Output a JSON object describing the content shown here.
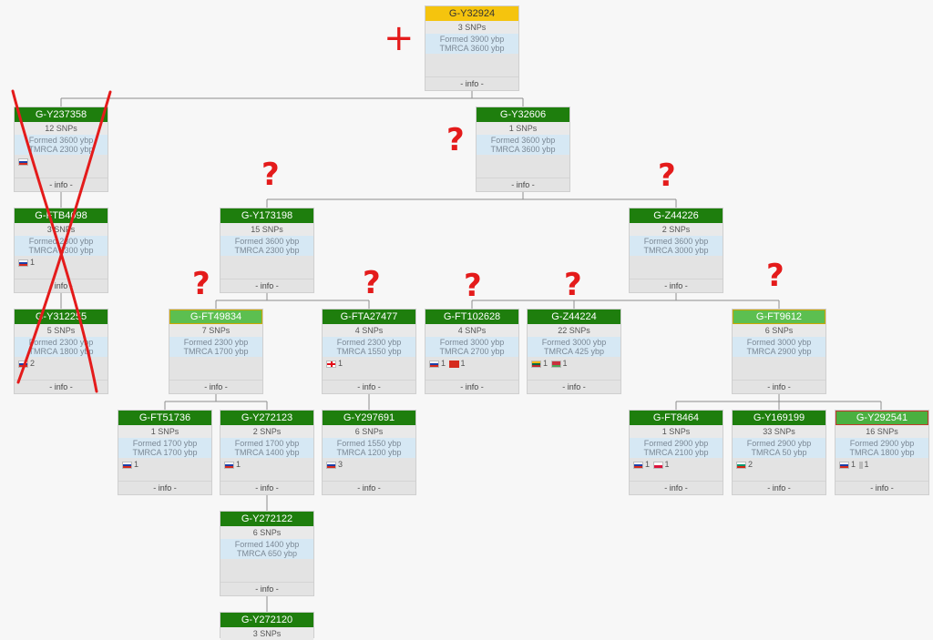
{
  "annotations": {
    "plus": "+",
    "question": "?"
  },
  "nodes": [
    {
      "id": "y32924",
      "title": "G-Y32924",
      "snps": "3 SNPs",
      "formed": "Formed 3900 ybp",
      "tmrca": "TMRCA 3600 ybp",
      "flags": [],
      "info": "- info -",
      "style": "yellow"
    },
    {
      "id": "y237358",
      "title": "G-Y237358",
      "snps": "12 SNPs",
      "formed": "Formed 3600 ybp",
      "tmrca": "TMRCA 2300 ybp",
      "flags": [
        {
          "icon": "russia-flag"
        }
      ],
      "info": "- info -",
      "style": "dark"
    },
    {
      "id": "y32606",
      "title": "G-Y32606",
      "snps": "1 SNPs",
      "formed": "Formed 3600 ybp",
      "tmrca": "TMRCA 3600 ybp",
      "flags": [],
      "info": "- info -",
      "style": "dark"
    },
    {
      "id": "ftb4098",
      "title": "G-FTB4098",
      "snps": "3 SNPs",
      "formed": "Formed 2300 ybp",
      "tmrca": "TMRCA 2300 ybp",
      "flags": [
        {
          "icon": "russia-flag",
          "count": "1"
        }
      ],
      "info": "- info -",
      "style": "dark"
    },
    {
      "id": "y173198",
      "title": "G-Y173198",
      "snps": "15 SNPs",
      "formed": "Formed 3600 ybp",
      "tmrca": "TMRCA 2300 ybp",
      "flags": [],
      "info": "- info -",
      "style": "dark"
    },
    {
      "id": "z44226",
      "title": "G-Z44226",
      "snps": "2 SNPs",
      "formed": "Formed 3600 ybp",
      "tmrca": "TMRCA 3000 ybp",
      "flags": [],
      "info": "- info -",
      "style": "dark"
    },
    {
      "id": "y312255",
      "title": "G-Y312255",
      "snps": "5 SNPs",
      "formed": "Formed 2300 ybp",
      "tmrca": "TMRCA 1800 ybp",
      "flags": [
        {
          "icon": "russia-flag",
          "count": "2"
        }
      ],
      "info": "- info -",
      "style": "dark"
    },
    {
      "id": "ft49834",
      "title": "G-FT49834",
      "snps": "7 SNPs",
      "formed": "Formed 2300 ybp",
      "tmrca": "TMRCA 1700 ybp",
      "flags": [],
      "info": "- info -",
      "style": "light"
    },
    {
      "id": "fta27477",
      "title": "G-FTA27477",
      "snps": "4 SNPs",
      "formed": "Formed 2300 ybp",
      "tmrca": "TMRCA 1550 ybp",
      "flags": [
        {
          "icon": "georgia-flag",
          "count": "1"
        }
      ],
      "info": "- info -",
      "style": "dark"
    },
    {
      "id": "ft102628",
      "title": "G-FT102628",
      "snps": "4 SNPs",
      "formed": "Formed 3000 ybp",
      "tmrca": "TMRCA 2700 ybp",
      "flags": [
        {
          "icon": "russia-flag",
          "count": "1"
        },
        {
          "icon": "turkey-flag",
          "count": "1"
        }
      ],
      "info": "- info -",
      "style": "dark"
    },
    {
      "id": "z44224",
      "title": "G-Z44224",
      "snps": "22 SNPs",
      "formed": "Formed 3000 ybp",
      "tmrca": "TMRCA 425 ybp",
      "flags": [
        {
          "icon": "lithuania-flag",
          "count": "1"
        },
        {
          "icon": "belarus-flag",
          "count": "1"
        }
      ],
      "info": "- info -",
      "style": "dark"
    },
    {
      "id": "ft9612",
      "title": "G-FT9612",
      "snps": "6 SNPs",
      "formed": "Formed 3000 ybp",
      "tmrca": "TMRCA 2900 ybp",
      "flags": [],
      "info": "- info -",
      "style": "light"
    },
    {
      "id": "ft51736",
      "title": "G-FT51736",
      "snps": "1 SNPs",
      "formed": "Formed 1700 ybp",
      "tmrca": "TMRCA 1700 ybp",
      "flags": [
        {
          "icon": "russia-flag",
          "count": "1"
        }
      ],
      "info": "- info -",
      "style": "dark"
    },
    {
      "id": "y272123",
      "title": "G-Y272123",
      "snps": "2 SNPs",
      "formed": "Formed 1700 ybp",
      "tmrca": "TMRCA 1400 ybp",
      "flags": [
        {
          "icon": "russia-flag",
          "count": "1"
        }
      ],
      "info": "- info -",
      "style": "dark"
    },
    {
      "id": "y297691",
      "title": "G-Y297691",
      "snps": "6 SNPs",
      "formed": "Formed 1550 ybp",
      "tmrca": "TMRCA 1200 ybp",
      "flags": [
        {
          "icon": "russia-flag",
          "count": "3"
        }
      ],
      "info": "- info -",
      "style": "dark"
    },
    {
      "id": "ft8464",
      "title": "G-FT8464",
      "snps": "1 SNPs",
      "formed": "Formed 2900 ybp",
      "tmrca": "TMRCA 2100 ybp",
      "flags": [
        {
          "icon": "russia-flag",
          "count": "1"
        },
        {
          "icon": "poland-flag",
          "count": "1"
        }
      ],
      "info": "- info -",
      "style": "dark"
    },
    {
      "id": "y169199",
      "title": "G-Y169199",
      "snps": "33 SNPs",
      "formed": "Formed 2900 ybp",
      "tmrca": "TMRCA 50 ybp",
      "flags": [
        {
          "icon": "bulgaria-flag",
          "count": "2"
        }
      ],
      "info": "- info -",
      "style": "dark"
    },
    {
      "id": "y292541",
      "title": "G-Y292541",
      "snps": "16 SNPs",
      "formed": "Formed 2900 ybp",
      "tmrca": "TMRCA 1800 ybp",
      "flags": [
        {
          "icon": "russia-flag",
          "count": "1"
        },
        {
          "icon": "unknown-flag",
          "count": "1"
        }
      ],
      "info": "- info -",
      "style": "redline"
    },
    {
      "id": "y272122",
      "title": "G-Y272122",
      "snps": "6 SNPs",
      "formed": "Formed 1400 ybp",
      "tmrca": "TMRCA 650 ybp",
      "flags": [],
      "info": "- info -",
      "style": "dark"
    },
    {
      "id": "y272120",
      "title": "G-Y272120",
      "snps": "3 SNPs",
      "formed": "",
      "tmrca": "",
      "flags": [],
      "info": "",
      "style": "dark"
    }
  ]
}
